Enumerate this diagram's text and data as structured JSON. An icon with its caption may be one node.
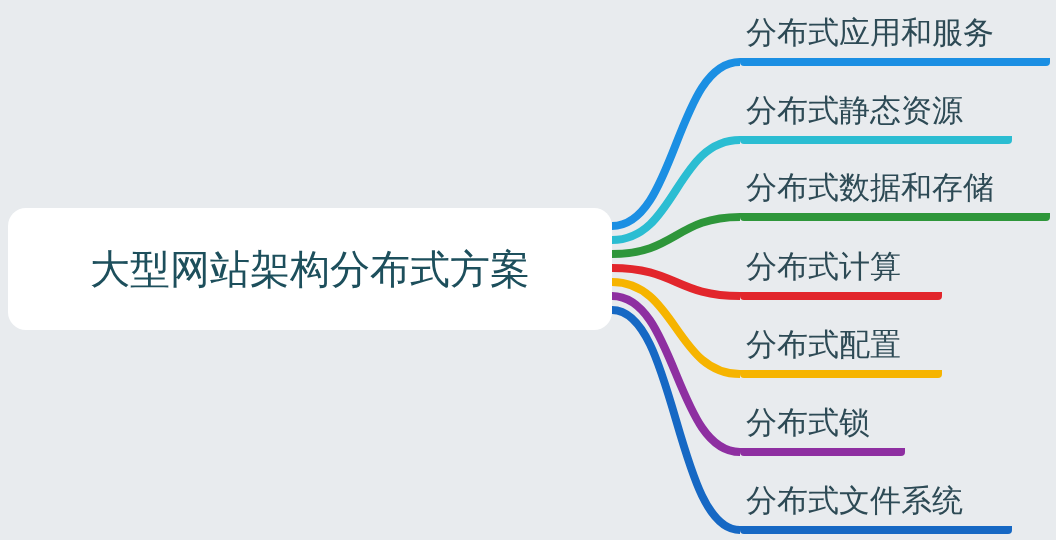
{
  "diagram": {
    "nodes": [
      {
        "text": [
          "大型网站架构分布式方案"
        ]
      },
      {
        "text": [
          "分布式应用和服务"
        ]
      },
      {
        "text": [
          "分布式静态资源"
        ]
      },
      {
        "text": [
          "分布式数据和存储"
        ]
      },
      {
        "text": [
          "分布式计算"
        ]
      },
      {
        "text": [
          "分布式配置"
        ]
      },
      {
        "text": [
          "分布式锁"
        ]
      },
      {
        "text": [
          "分布式文件系统"
        ]
      }
    ],
    "edges": [
      {
        "from": 0,
        "to": 1,
        "arrow": "none",
        "color": "#1b8fe3"
      },
      {
        "from": 0,
        "to": 2,
        "arrow": "none",
        "color": "#2bbdd2"
      },
      {
        "from": 0,
        "to": 3,
        "arrow": "none",
        "color": "#2e963a"
      },
      {
        "from": 0,
        "to": 4,
        "arrow": "none",
        "color": "#e2262c"
      },
      {
        "from": 0,
        "to": 5,
        "arrow": "none",
        "color": "#f6b400"
      },
      {
        "from": 0,
        "to": 6,
        "arrow": "none",
        "color": "#8e2fa1"
      },
      {
        "from": 0,
        "to": 7,
        "arrow": "none",
        "color": "#1668c4"
      }
    ]
  }
}
